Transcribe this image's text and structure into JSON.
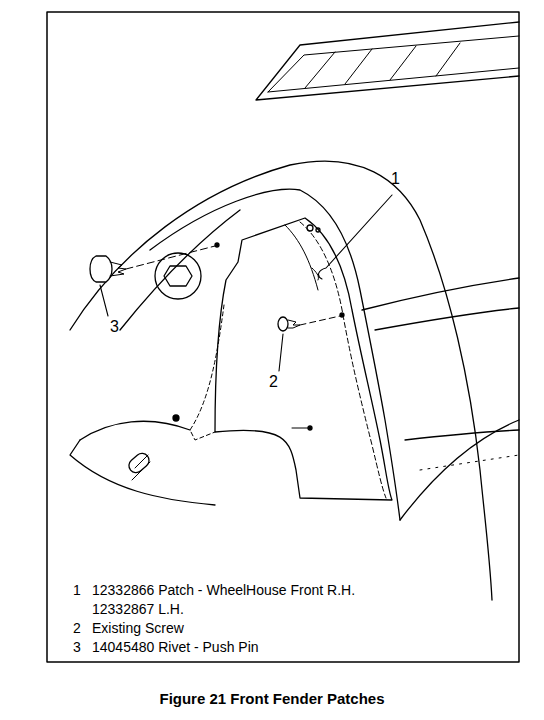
{
  "diagram": {
    "caption": "Figure 21 Front Fender Patches",
    "labels": [
      "1",
      "2",
      "3",
      "1",
      "12332866 Patch - WheelHouse Front R.H.",
      "12332867 L.H.",
      "2",
      "Existing Screw",
      "3",
      "14045480 Rivet - Push Pin"
    ]
  }
}
